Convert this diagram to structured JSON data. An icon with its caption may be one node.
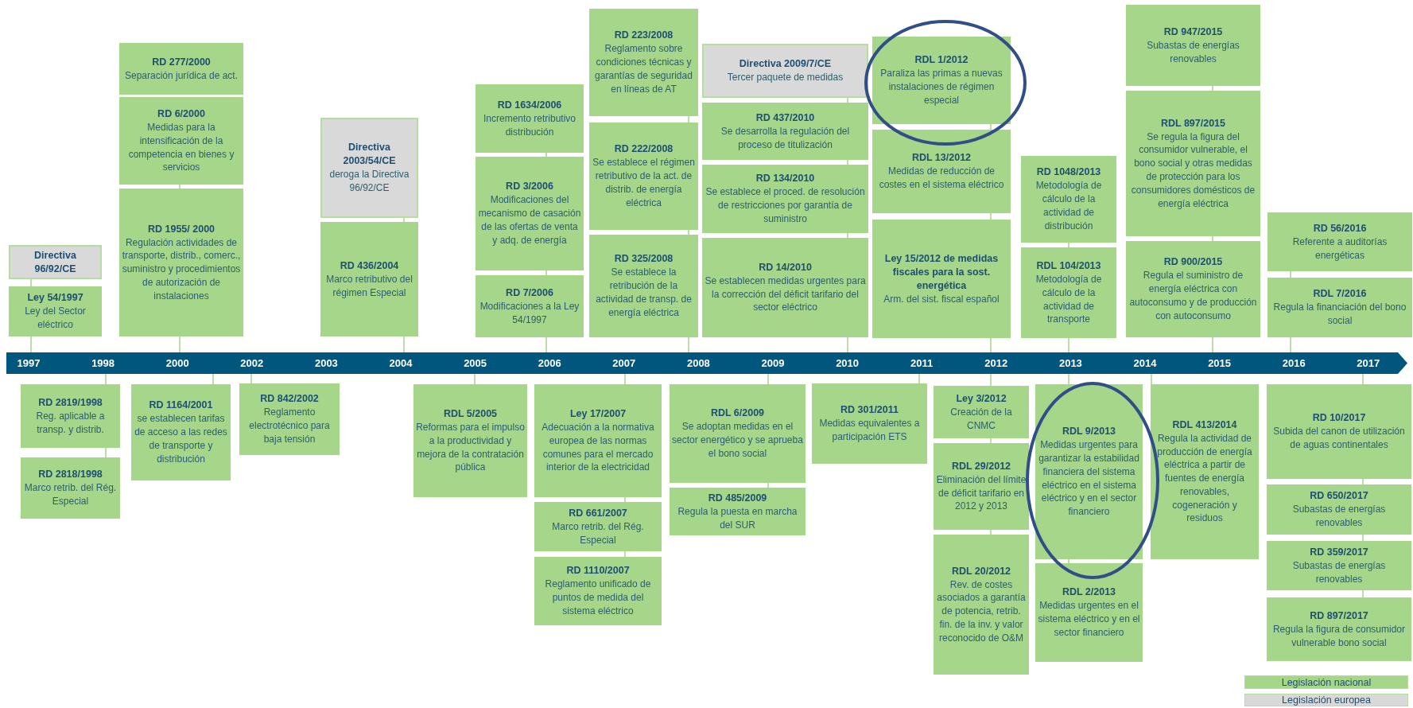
{
  "diagram": {
    "nodes": [
      {
        "text": [
          "Directiva 96/92/CE"
        ]
      },
      {
        "text": [
          "Ley 54/1997",
          "Ley del Sector eléctrico"
        ]
      },
      {
        "text": [
          "RD 277/2000",
          "Separación jurídica de act."
        ]
      },
      {
        "text": [
          "RD 6/2000",
          "Medidas para la intensificación de la competencia en bienes y servicios"
        ]
      },
      {
        "text": [
          "RD 1955/ 2000",
          "Regulación actividades de transporte, distrib., comerc., suministro y procedimientos de autorización de instalaciones"
        ]
      },
      {
        "text": [
          "Directiva 2003/54/CE",
          "deroga la Directiva 96/92/CE"
        ]
      },
      {
        "text": [
          "RD 436/2004",
          "Marco retributivo del régimen Especial"
        ]
      },
      {
        "text": [
          "RD 1634/2006",
          "Incremento retributivo distribución"
        ]
      },
      {
        "text": [
          "RD 3/2006",
          "Modificaciones del mecanismo de casación de las ofertas de venta y adq. de energía"
        ]
      },
      {
        "text": [
          "RD 7/2006",
          "Modificaciones a la Ley 54/1997"
        ]
      },
      {
        "text": [
          "RD 223/2008",
          "Reglamento sobre condiciones técnicas y garantías de seguridad en líneas de AT"
        ]
      },
      {
        "text": [
          "RD 222/2008",
          "Se establece el régimen retributivo de la act. de distrib. de energía eléctrica"
        ]
      },
      {
        "text": [
          "RD 325/2008",
          "Se establece la retribución de la actividad de transp. de energía eléctrica"
        ]
      },
      {
        "text": [
          "Directiva 2009/7/CE",
          "Tercer paquete de medidas"
        ]
      },
      {
        "text": [
          "RD 437/2010",
          "Se desarrolla la regulación del proceso de titulización"
        ]
      },
      {
        "text": [
          "RD 134/2010",
          "Se establece el proced. de resolución de restricciones por garantía de suministro"
        ]
      },
      {
        "text": [
          "RD 14/2010",
          "Se establecen medidas urgentes para la corrección del déficit tarifario del sector eléctrico"
        ]
      },
      {
        "text": [
          "RDL 1/2012",
          "Paraliza las primas a nuevas instalaciones de régimen especial"
        ]
      },
      {
        "text": [
          "RDL 13/2012",
          "Medidas de reducción de costes en el sistema eléctrico"
        ]
      },
      {
        "text": [
          "Ley 15/2012 de medidas fiscales para la sost. energética",
          "Arm. del sist. fiscal español"
        ]
      },
      {
        "text": [
          "RD 1048/2013",
          "Metodología de cálculo de la actividad de distribución"
        ]
      },
      {
        "text": [
          "RDL 104/2013",
          "Metodología de cálculo de la actividad de transporte"
        ]
      },
      {
        "text": [
          "RD 947/2015",
          "Subastas de energías renovables"
        ]
      },
      {
        "text": [
          "RDL 897/2015",
          "Se regula la figura del consumidor vulnerable, el bono social y otras medidas de protección para los consumidores domésticos de energía eléctrica"
        ]
      },
      {
        "text": [
          "RD 900/2015",
          "Regula el suministro de energía eléctrica con autoconsumo y de producción con autoconsumo"
        ]
      },
      {
        "text": [
          "RD 56/2016",
          "Referente a auditorías energéticas"
        ]
      },
      {
        "text": [
          "RDL 7/2016",
          "Regula la financiación del bono social"
        ]
      },
      {
        "text": [],
        "shape": "bar"
      },
      {
        "text": [
          "RD 2819/1998",
          "Reg. aplicable a transp. y distrib."
        ]
      },
      {
        "text": [
          "RD 2818/1998",
          "Marco retrib. del Rég. Especial"
        ]
      },
      {
        "text": [
          "RD 1164/2001",
          "se establecen tarifas de acceso a las redes de transporte y distribución"
        ]
      },
      {
        "text": [
          "RD 842/2002",
          "Reglamento electrotécnico para baja tensión"
        ]
      },
      {
        "text": [
          "RDL 5/2005",
          "Reformas para el impulso a la productividad y mejora de la contratación pública"
        ]
      },
      {
        "text": [
          "Ley 17/2007",
          "Adecuación a la normativa europea de las normas comunes para el mercado interior de la electricidad"
        ]
      },
      {
        "text": [
          "RD 661/2007",
          "Marco retrib. del Rég. Especial"
        ]
      },
      {
        "text": [
          "RD 1110/2007",
          "Reglamento unificado de puntos de medida del sistema eléctrico"
        ]
      },
      {
        "text": [
          "RDL 6/2009",
          "Se adoptan medidas en el sector energético y se aprueba el bono social"
        ]
      },
      {
        "text": [
          "RD 485/2009",
          "Regula la puesta en marcha del SUR"
        ]
      },
      {
        "text": [
          "RD 301/2011",
          "Medidas equivalentes a participación ETS"
        ]
      },
      {
        "text": [
          "Ley 3/2012",
          "Creación de la CNMC"
        ]
      },
      {
        "text": [
          "RDL 29/2012",
          "Eliminación del límite de déficit tarifario en 2012 y 2013"
        ]
      },
      {
        "text": [
          "RDL 20/2012",
          "Rev. de costes asociados a garantía de potencia, retrib. fin. de la inv. y valor reconocido de O&M"
        ]
      },
      {
        "text": [
          "RDL 9/2013",
          "Medidas urgentes para garantizar la estabilidad financiera del sistema eléctrico en el sistema eléctrico y en el sector financiero"
        ]
      },
      {
        "text": [
          "RDL 2/2013",
          "Medidas urgentes en el sistema eléctrico y en el sector financiero"
        ]
      },
      {
        "text": [
          "RDL 413/2014",
          "Regula la actividad de producción de energía eléctrica a partir de fuentes de energía renovables, cogeneración y residuos"
        ]
      },
      {
        "text": [
          "RD 10/2017",
          "Subida del canon de utilización de aguas continentales"
        ]
      },
      {
        "text": [
          "RD 650/2017",
          "Subastas de energías renovables"
        ]
      },
      {
        "text": [
          "RD 359/2017",
          "Subastas de energías renovables"
        ]
      },
      {
        "text": [
          "RD 897/2017",
          "Regula la figura de consumidor vulnerable bono social"
        ]
      }
    ],
    "edges": [
      {
        "from": 0,
        "to": 1,
        "arrow": "none"
      },
      {
        "from": 1,
        "to": 27,
        "arrow": "none"
      },
      {
        "from": 3,
        "to": 4,
        "arrow": "none"
      },
      {
        "from": 4,
        "to": 27,
        "arrow": "none"
      },
      {
        "from": 5,
        "to": 6,
        "arrow": "none"
      },
      {
        "from": 6,
        "to": 27,
        "arrow": "none"
      },
      {
        "from": 7,
        "to": 8,
        "arrow": "none"
      },
      {
        "from": 8,
        "to": 9,
        "arrow": "none"
      },
      {
        "from": 9,
        "to": 27,
        "arrow": "none"
      },
      {
        "from": 10,
        "to": 11,
        "arrow": "none"
      },
      {
        "from": 11,
        "to": 12,
        "arrow": "none"
      },
      {
        "from": 12,
        "to": 27,
        "arrow": "none"
      },
      {
        "from": 13,
        "to": 14,
        "arrow": "none"
      },
      {
        "from": 14,
        "to": 15,
        "arrow": "none"
      },
      {
        "from": 15,
        "to": 16,
        "arrow": "none"
      },
      {
        "from": 16,
        "to": 27,
        "arrow": "none"
      },
      {
        "from": 17,
        "to": 18,
        "arrow": "none"
      },
      {
        "from": 18,
        "to": 19,
        "arrow": "none"
      },
      {
        "from": 19,
        "to": 27,
        "arrow": "none"
      },
      {
        "from": 20,
        "to": 21,
        "arrow": "none"
      },
      {
        "from": 21,
        "to": 27,
        "arrow": "none"
      },
      {
        "from": 22,
        "to": 23,
        "arrow": "none"
      },
      {
        "from": 23,
        "to": 24,
        "arrow": "none"
      },
      {
        "from": 24,
        "to": 27,
        "arrow": "none"
      },
      {
        "from": 25,
        "to": 26,
        "arrow": "none"
      },
      {
        "from": 26,
        "to": 27,
        "arrow": "none"
      },
      {
        "from": 27,
        "to": 28,
        "arrow": "none"
      },
      {
        "from": 28,
        "to": 29,
        "arrow": "none"
      },
      {
        "from": 27,
        "to": 30,
        "arrow": "none"
      },
      {
        "from": 27,
        "to": 31,
        "arrow": "none"
      },
      {
        "from": 27,
        "to": 32,
        "arrow": "none"
      },
      {
        "from": 27,
        "to": 33,
        "arrow": "none"
      },
      {
        "from": 33,
        "to": 34,
        "arrow": "none"
      },
      {
        "from": 34,
        "to": 35,
        "arrow": "none"
      },
      {
        "from": 27,
        "to": 36,
        "arrow": "none"
      },
      {
        "from": 36,
        "to": 37,
        "arrow": "none"
      },
      {
        "from": 27,
        "to": 38,
        "arrow": "none"
      },
      {
        "from": 27,
        "to": 39,
        "arrow": "none"
      },
      {
        "from": 39,
        "to": 40,
        "arrow": "none"
      },
      {
        "from": 40,
        "to": 41,
        "arrow": "none"
      },
      {
        "from": 27,
        "to": 42,
        "arrow": "none"
      },
      {
        "from": 42,
        "to": 43,
        "arrow": "none"
      },
      {
        "from": 27,
        "to": 44,
        "arrow": "none"
      },
      {
        "from": 27,
        "to": 45,
        "arrow": "none"
      },
      {
        "from": 45,
        "to": 46,
        "arrow": "none"
      },
      {
        "from": 46,
        "to": 47,
        "arrow": "none"
      },
      {
        "from": 47,
        "to": 48,
        "arrow": "none"
      }
    ],
    "labels": [
      "1997",
      "1998",
      "2000",
      "2002",
      "2003",
      "2004",
      "2005",
      "2006",
      "2007",
      "2008",
      "2009",
      "2010",
      "2011",
      "2012",
      "2013",
      "2014",
      "2015",
      "2016",
      "2017"
    ],
    "legend": [
      {
        "text": "Legislación nacional",
        "color": "#a6d68a"
      },
      {
        "text": "Legislación europea",
        "color": "#d9d9d9"
      }
    ]
  }
}
